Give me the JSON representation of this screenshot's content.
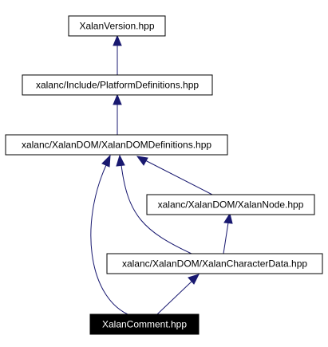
{
  "diagram": {
    "colors": {
      "edge": "#191970",
      "box_border": "#000000",
      "box_fill": "#ffffff",
      "current_fill": "#000000",
      "current_text": "#ffffff"
    },
    "nodes": {
      "xalan_version": {
        "label": "XalanVersion.hpp"
      },
      "platform_definitions": {
        "label": "xalanc/Include/PlatformDefinitions.hpp"
      },
      "xalandom_definitions": {
        "label": "xalanc/XalanDOM/XalanDOMDefinitions.hpp"
      },
      "xalan_node": {
        "label": "xalanc/XalanDOM/XalanNode.hpp"
      },
      "xalan_character_data": {
        "label": "xalanc/XalanDOM/XalanCharacterData.hpp"
      },
      "xalan_comment": {
        "label": "XalanComment.hpp"
      }
    }
  }
}
